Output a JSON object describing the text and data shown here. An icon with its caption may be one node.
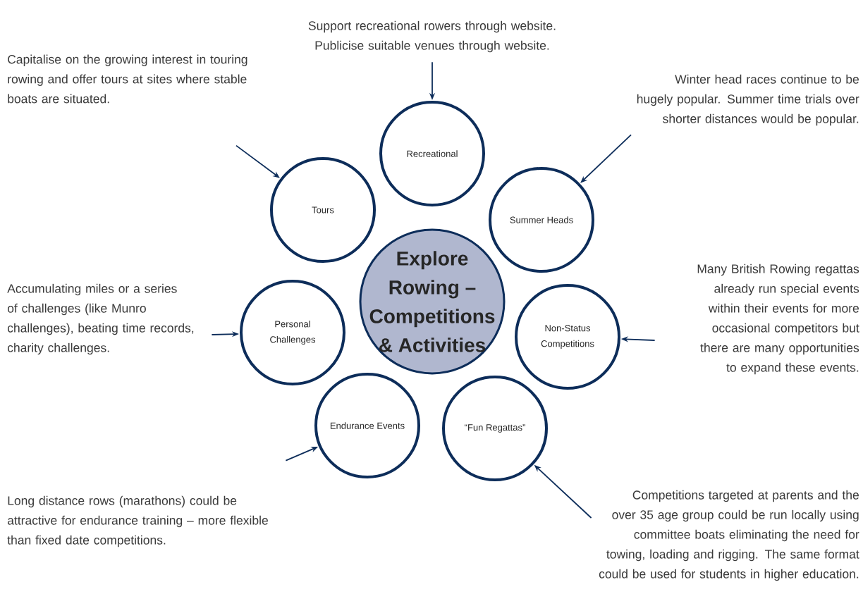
{
  "diagram": {
    "nodes": [
      {
        "text": [
          "Support recreational rowers through website. Publicise suitable venues through website."
        ]
      },
      {
        "text": [
          "Capitalise on the growing interest in touring rowing and offer tours at sites where stable boats are situated."
        ]
      },
      {
        "text": [
          "Winter head races continue to be hugely popular. Summer time trials over shorter distances would be popular."
        ]
      },
      {
        "text": [
          "Recreational"
        ]
      },
      {
        "text": [
          "Tours"
        ]
      },
      {
        "text": [
          "Summer Heads"
        ]
      },
      {
        "text": [
          "Explore Rowing – Competitions & Activities"
        ]
      },
      {
        "text": [
          "Accumulating miles or a series of challenges (like Munro challenges), beating time records, charity challenges."
        ]
      },
      {
        "text": [
          "Personal Challenges"
        ]
      },
      {
        "text": [
          "Non-Status Competitions"
        ]
      },
      {
        "text": [
          "Many British Rowing regattas already run special events within their events for more occasional competitors but there are many opportunities to expand these events."
        ]
      },
      {
        "text": [
          "Endurance Events"
        ]
      },
      {
        "text": [
          "“Fun Regattas”"
        ]
      },
      {
        "text": [
          "Long distance rows (marathons) could be attractive for endurance training – more flexible than fixed date competitions."
        ]
      },
      {
        "text": [
          "Competitions targeted at parents and the over 35 age group could be run locally using committee boats eliminating the need for towing, loading and rigging. The same format could be used for students in higher education."
        ]
      }
    ],
    "edges": [
      {
        "from": 0,
        "to": 3,
        "arrow": "to"
      },
      {
        "from": 1,
        "to": 4,
        "arrow": "to"
      },
      {
        "from": 2,
        "to": 5,
        "arrow": "to"
      },
      {
        "from": 7,
        "to": 8,
        "arrow": "to"
      },
      {
        "from": 10,
        "to": 9,
        "arrow": "to"
      },
      {
        "from": 13,
        "to": 11,
        "arrow": "to"
      },
      {
        "from": 14,
        "to": 12,
        "arrow": "to"
      }
    ]
  }
}
